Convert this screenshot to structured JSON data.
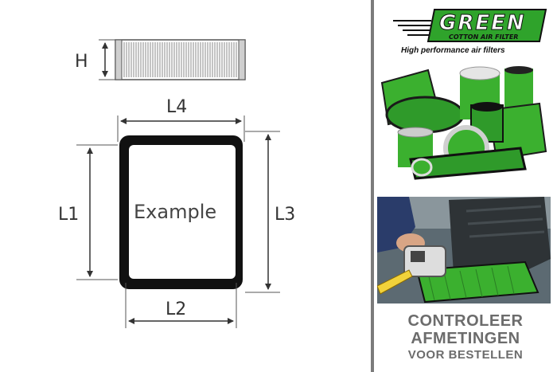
{
  "diagram": {
    "labels": {
      "height": "H",
      "top_width": "L4",
      "left_length": "L1",
      "bottom_width": "L2",
      "right_length": "L3",
      "example": "Example"
    }
  },
  "brand": {
    "logo_word": "GREEN",
    "logo_subtitle": "COTTON AIR FILTER",
    "tagline": "High performance air filters",
    "colors": {
      "green": "#2fa32b",
      "dark": "#111111"
    }
  },
  "cta": {
    "line1": "CONTROLEER",
    "line2": "AFMETINGEN",
    "line3": "VOOR BESTELLEN",
    "color": "#6c6c6c"
  }
}
